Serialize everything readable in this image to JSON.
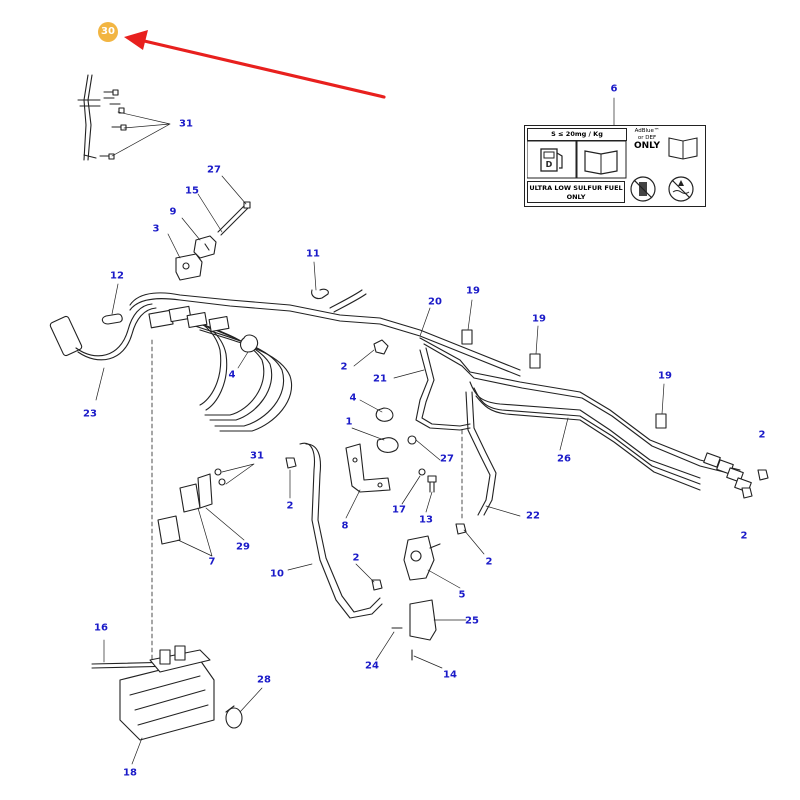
{
  "colors": {
    "callout_text": "#1a1ac8",
    "highlight_badge": "#f2b542",
    "arrow": "#e8201e",
    "line_art": "#222222"
  },
  "label_decal": {
    "sulfur_spec": "S ≤ 20mg / Kg",
    "fuel_warning": "ULTRA LOW SULFUR FUEL ONLY",
    "def_line1": "AdBlue™",
    "def_line2": "or DEF",
    "def_line3": "ONLY",
    "icons": [
      "fuel-pump-icon",
      "manual-book-icon",
      "no-fill-icon",
      "water-hazard-icon"
    ]
  },
  "callouts": [
    {
      "id": "c30",
      "text": "30",
      "highlighted": true
    },
    {
      "id": "c31a",
      "text": "31"
    },
    {
      "id": "c6",
      "text": "6"
    },
    {
      "id": "c27a",
      "text": "27"
    },
    {
      "id": "c15",
      "text": "15"
    },
    {
      "id": "c9",
      "text": "9"
    },
    {
      "id": "c3",
      "text": "3"
    },
    {
      "id": "c11",
      "text": "11"
    },
    {
      "id": "c12",
      "text": "12"
    },
    {
      "id": "c20",
      "text": "20"
    },
    {
      "id": "c19a",
      "text": "19"
    },
    {
      "id": "c19b",
      "text": "19"
    },
    {
      "id": "c19c",
      "text": "19"
    },
    {
      "id": "c2a",
      "text": "2"
    },
    {
      "id": "c21",
      "text": "21"
    },
    {
      "id": "c4a",
      "text": "4"
    },
    {
      "id": "c23",
      "text": "23"
    },
    {
      "id": "c4b",
      "text": "4"
    },
    {
      "id": "c1",
      "text": "1"
    },
    {
      "id": "c27b",
      "text": "27"
    },
    {
      "id": "c26",
      "text": "26"
    },
    {
      "id": "c2b",
      "text": "2"
    },
    {
      "id": "c31b",
      "text": "31"
    },
    {
      "id": "c2c",
      "text": "2"
    },
    {
      "id": "c17",
      "text": "17"
    },
    {
      "id": "c13",
      "text": "13"
    },
    {
      "id": "c8",
      "text": "8"
    },
    {
      "id": "c22",
      "text": "22"
    },
    {
      "id": "c2d",
      "text": "2"
    },
    {
      "id": "c29",
      "text": "29"
    },
    {
      "id": "c7",
      "text": "7"
    },
    {
      "id": "c2e",
      "text": "2"
    },
    {
      "id": "c10",
      "text": "10"
    },
    {
      "id": "c2f",
      "text": "2"
    },
    {
      "id": "c5",
      "text": "5"
    },
    {
      "id": "c25",
      "text": "25"
    },
    {
      "id": "c16",
      "text": "16"
    },
    {
      "id": "c24",
      "text": "24"
    },
    {
      "id": "c14",
      "text": "14"
    },
    {
      "id": "c28",
      "text": "28"
    },
    {
      "id": "c18",
      "text": "18"
    }
  ]
}
